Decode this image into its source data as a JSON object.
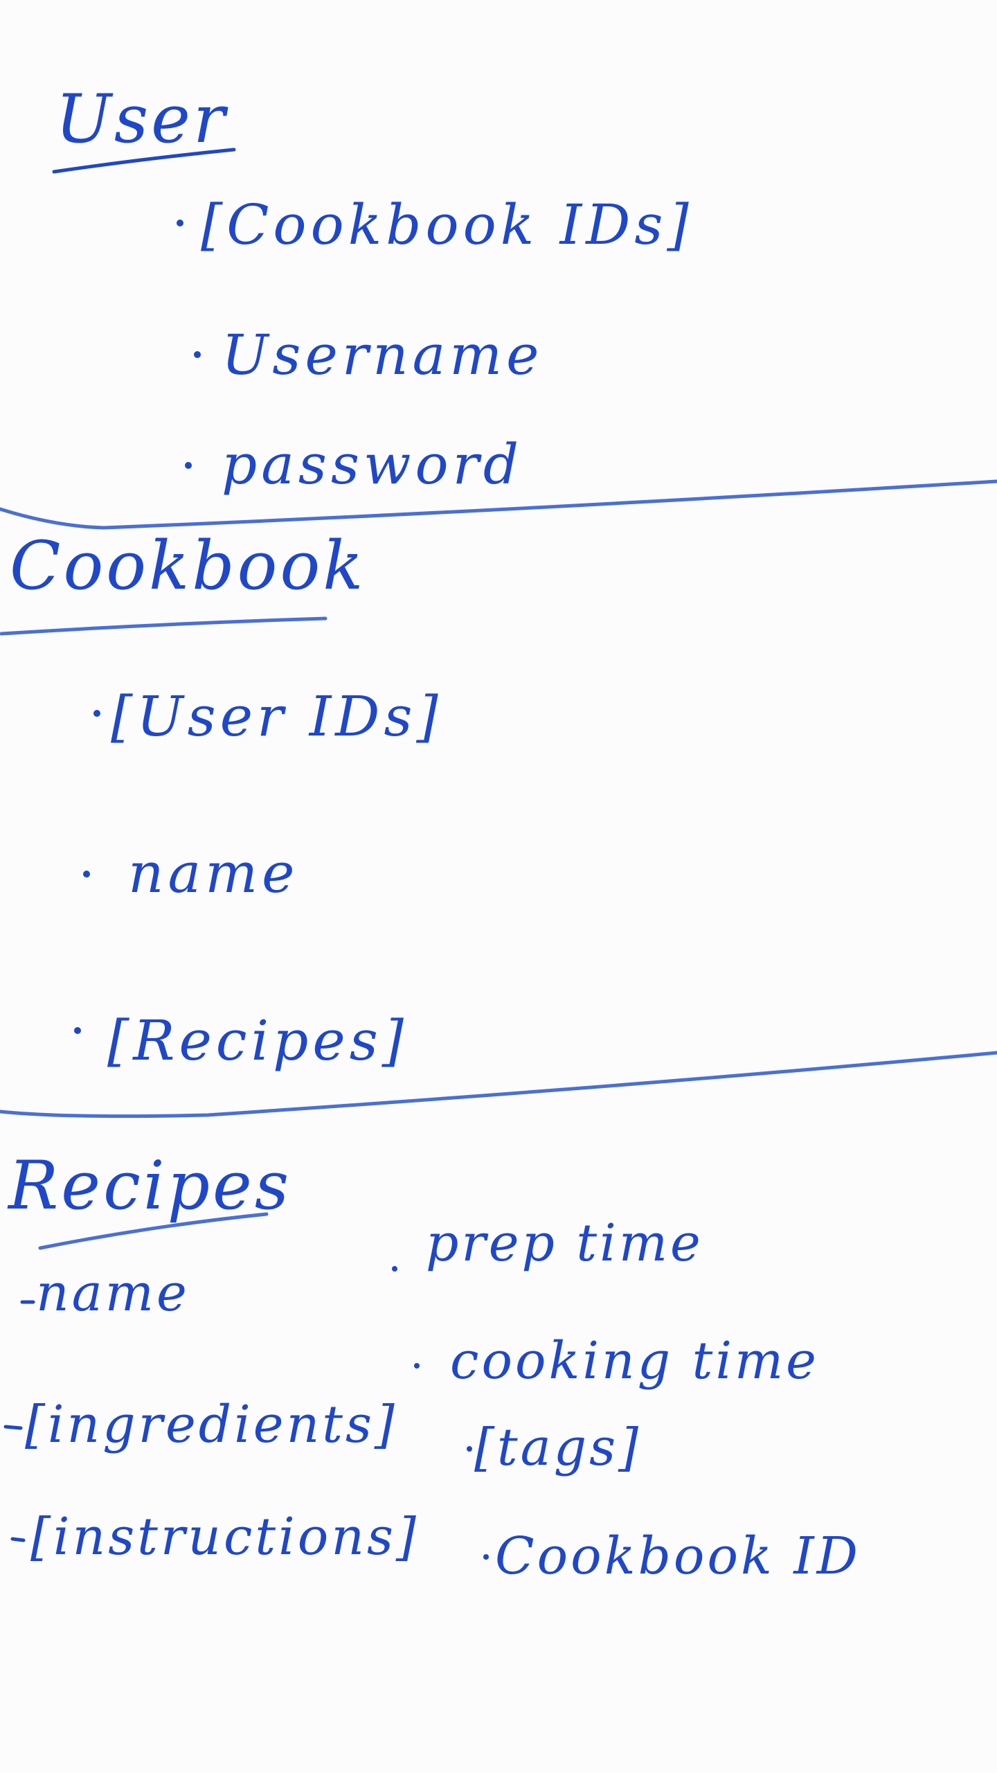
{
  "ink_color": "#1f47c9",
  "divider_color": "#4a6fd6",
  "background_color": "#fcfcfc",
  "sections": {
    "user": {
      "title": "User",
      "fields": [
        "[Cookbook IDs]",
        "Username",
        "password"
      ]
    },
    "cookbook": {
      "title": "Cookbook",
      "fields": [
        "[User IDs]",
        "name",
        "[Recipes]"
      ]
    },
    "recipes": {
      "title": "Recipes",
      "left_fields": [
        "name",
        "[ingredients]",
        "[instructions]"
      ],
      "right_fields": [
        "prep time",
        "cooking time",
        "[tags]",
        "Cookbook ID"
      ]
    }
  }
}
